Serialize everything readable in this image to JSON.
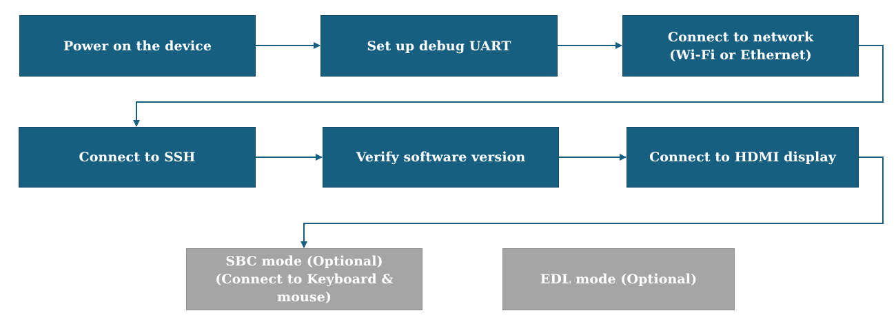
{
  "diagram": {
    "colors": {
      "primary_fill": "#165f80",
      "optional_fill": "#a5a5a5",
      "connector": "#165f80",
      "text": "#ffffff"
    },
    "nodes": [
      {
        "id": "n1",
        "label": "Power on the device",
        "kind": "primary"
      },
      {
        "id": "n2",
        "label": "Set up debug UART",
        "kind": "primary"
      },
      {
        "id": "n3",
        "label": "Connect to network\n(Wi-Fi or Ethernet)",
        "kind": "primary"
      },
      {
        "id": "n4",
        "label": "Connect to SSH",
        "kind": "primary"
      },
      {
        "id": "n5",
        "label": "Verify software version",
        "kind": "primary"
      },
      {
        "id": "n6",
        "label": "Connect to HDMI display",
        "kind": "primary"
      },
      {
        "id": "n7",
        "label": "SBC mode (Optional)\n(Connect to Keyboard & mouse)",
        "kind": "optional"
      },
      {
        "id": "n8",
        "label": "EDL mode (Optional)",
        "kind": "optional"
      }
    ],
    "edges": [
      {
        "from": "n1",
        "to": "n2"
      },
      {
        "from": "n2",
        "to": "n3"
      },
      {
        "from": "n3",
        "to": "n4"
      },
      {
        "from": "n4",
        "to": "n5"
      },
      {
        "from": "n5",
        "to": "n6"
      },
      {
        "from": "n6",
        "to": "n7"
      }
    ]
  }
}
